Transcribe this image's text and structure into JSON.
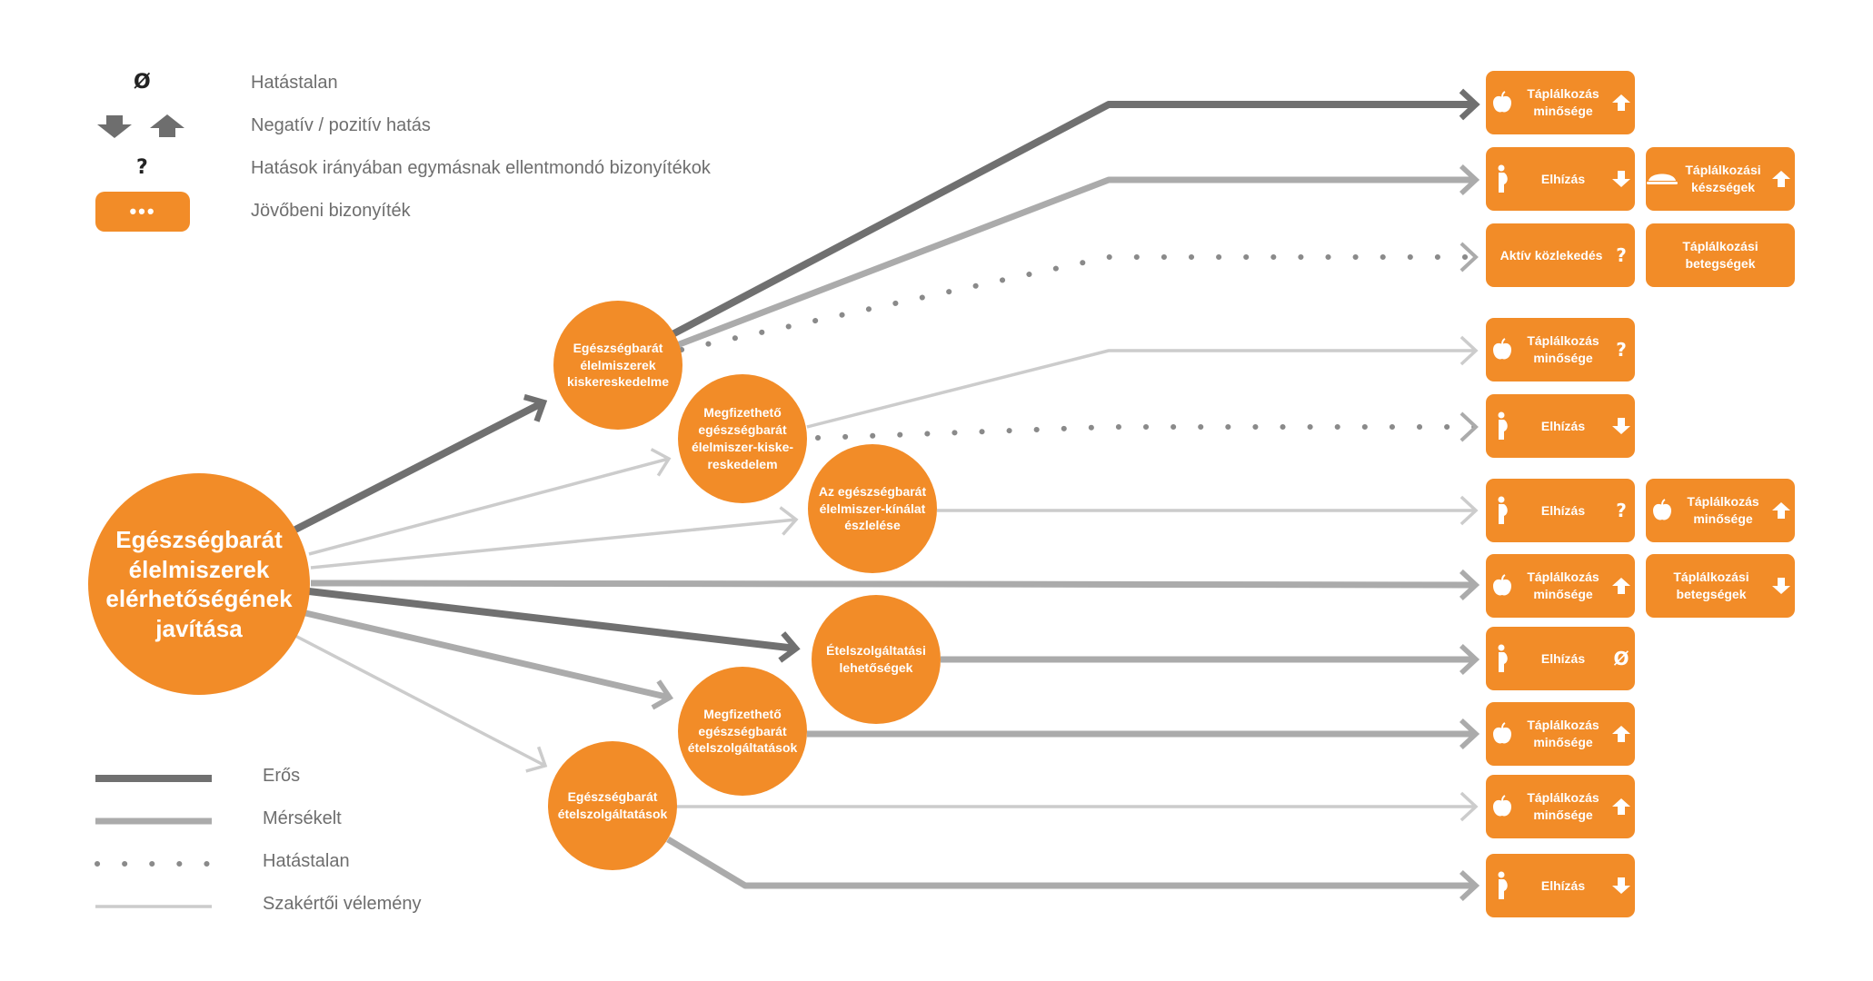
{
  "legend_top": [
    {
      "symbol": "Ø",
      "label": "Hatástalan"
    },
    {
      "symbol": "arrows",
      "label": "Negatív / pozitív hatás"
    },
    {
      "symbol": "?",
      "label": "Hatások irányában egymásnak ellentmondó bizonyítékok"
    },
    {
      "symbol": "•••",
      "label": "Jövőbeni bizonyíték"
    }
  ],
  "legend_bottom": [
    {
      "style": "strong",
      "label": "Erős"
    },
    {
      "style": "moderate",
      "label": "Mérsékelt"
    },
    {
      "style": "dotted",
      "label": "Hatástalan"
    },
    {
      "style": "thin",
      "label": "Szakértői vélemény"
    }
  ],
  "main_node": {
    "label": "Egészségbarát élelmiszerek elérhetőségének javítása"
  },
  "nodes": [
    {
      "label": "Egészségbarát élelmiszerek kiskereskedelme"
    },
    {
      "label": "Megfizethető egészségbarát élelmiszer-kiske-reskedelem"
    },
    {
      "label": "Az egészségbarát élelmiszer-kínálat észlelése"
    },
    {
      "label": "Ételszolgáltatási lehetőségek"
    },
    {
      "label": "Megfizethető egészségbarát ételszolgáltatások"
    },
    {
      "label": "Egészségbarát ételszolgáltatások"
    }
  ],
  "outcomes": [
    {
      "label": "Táplálkozás minősége",
      "icon": "apple-icon",
      "effect": "up"
    },
    {
      "label": "Elhízás",
      "icon": "person-icon",
      "effect": "down"
    },
    {
      "label": "Táplálkozási készségek",
      "icon": "dish-icon",
      "effect": "up"
    },
    {
      "label": "Aktív közlekedés",
      "icon": "",
      "effect": "?"
    },
    {
      "label": "Táplálkozási betegségek",
      "icon": "",
      "effect": ""
    },
    {
      "label": "Táplálkozás minősége",
      "icon": "apple-icon",
      "effect": "?"
    },
    {
      "label": "Elhízás",
      "icon": "person-icon",
      "effect": "down"
    },
    {
      "label": "Elhízás",
      "icon": "person-icon",
      "effect": "?"
    },
    {
      "label": "Táplálkozás minősége",
      "icon": "apple-icon",
      "effect": "up"
    },
    {
      "label": "Táplálkozás minősége",
      "icon": "apple-icon",
      "effect": "up"
    },
    {
      "label": "Táplálkozási betegségek",
      "icon": "",
      "effect": "down"
    },
    {
      "label": "Elhízás",
      "icon": "person-icon",
      "effect": "Ø"
    },
    {
      "label": "Táplálkozás minősége",
      "icon": "apple-icon",
      "effect": "up"
    },
    {
      "label": "Táplálkozás minősége",
      "icon": "apple-icon",
      "effect": "up"
    },
    {
      "label": "Elhízás",
      "icon": "person-icon",
      "effect": "down"
    }
  ],
  "colors": {
    "orange": "#F28C28",
    "strong": "#707070",
    "moderate": "#ABABAB",
    "thin": "#CCCCCC",
    "dotted": "#8A8A8A"
  }
}
